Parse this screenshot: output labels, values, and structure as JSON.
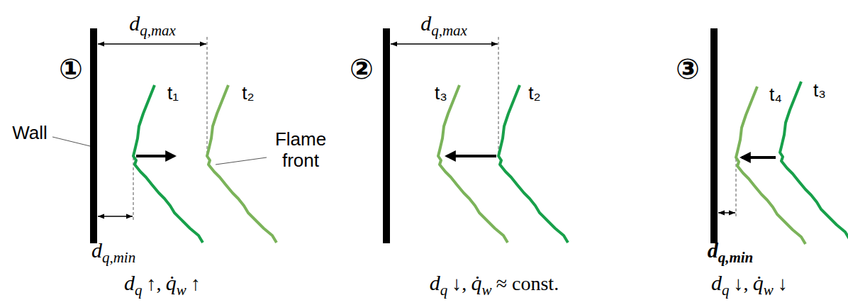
{
  "diagram": {
    "labels": [
      "①",
      "d",
      "q,max",
      "Wall",
      "t₁",
      "t₂",
      "Flame front",
      "d",
      "q,min",
      "d",
      "q",
      "↑,",
      "q̇",
      "w",
      "↑",
      "②",
      "d",
      "q,max",
      "t₃",
      "t₂",
      "d",
      "q",
      "↓,",
      "q̇",
      "w",
      "≈ const.",
      "③",
      "t₄",
      "t₃",
      "d",
      "q,min",
      "d",
      "q",
      "↓,",
      "q̇",
      "w",
      "↓"
    ]
  }
}
